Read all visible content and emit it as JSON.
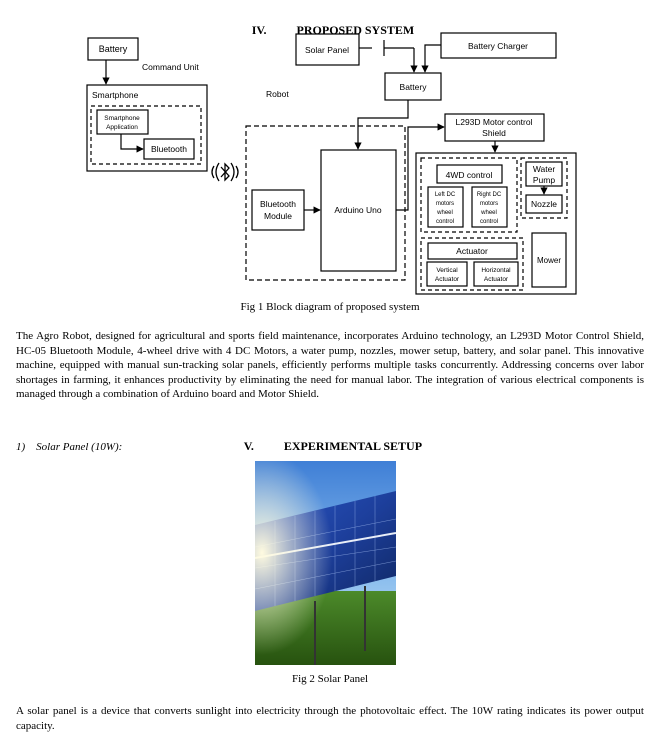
{
  "section4": {
    "number": "IV.",
    "title": "PROPOSED SYSTEM"
  },
  "diagram": {
    "battery_left": "Battery",
    "command_unit": "Command Unit",
    "smartphone": "Smartphone",
    "smartphone_app_line1": "Smartphone",
    "smartphone_app_line2": "Application",
    "bluetooth": "Bluetooth",
    "robot": "Robot",
    "solar_panel": "Solar Panel",
    "battery_charger": "Battery Charger",
    "battery_center": "Battery",
    "motor_shield_line1": "L293D Motor control",
    "motor_shield_line2": "Shield",
    "bt_module_line1": "Bluetooth",
    "bt_module_line2": "Module",
    "arduino": "Arduino Uno",
    "fourwd": "4WD control",
    "left_motors": [
      "Left DC",
      "motors",
      "wheel",
      "control"
    ],
    "right_motors": [
      "Right DC",
      "motors",
      "wheel",
      "control"
    ],
    "water_pump_line1": "Water",
    "water_pump_line2": "Pump",
    "nozzle": "Nozzle",
    "actuator": "Actuator",
    "vertical_actuator_line1": "Vertical",
    "vertical_actuator_line2": "Actuator",
    "horizontal_actuator_line1": "Horizontal",
    "horizontal_actuator_line2": "Actuator",
    "mower": "Mower"
  },
  "fig1_caption": "Fig 1 Block diagram of proposed system",
  "paragraph1": "The Agro Robot, designed for agricultural and sports field maintenance, incorporates Arduino technology, an L293D Motor Control Shield, HC-05 Bluetooth Module, 4-wheel drive with 4 DC Motors, a water pump, nozzles, mower setup, battery, and solar panel. This innovative machine, equipped with manual sun-tracking solar panels, efficiently performs multiple tasks concurrently. Addressing concerns over labor shortages in farming, it enhances productivity by eliminating the need for manual labor. The integration of various electrical components is managed through a combination of Arduino board and Motor Shield.",
  "section5": {
    "number": "V.",
    "title": "EXPERIMENTAL SETUP"
  },
  "subsection1": "1)    Solar Panel (10W):",
  "fig2_caption": "Fig 2 Solar Panel",
  "paragraph2": "A solar panel is a device that converts sunlight into electricity through the photovoltaic effect. The 10W rating indicates its power output capacity."
}
